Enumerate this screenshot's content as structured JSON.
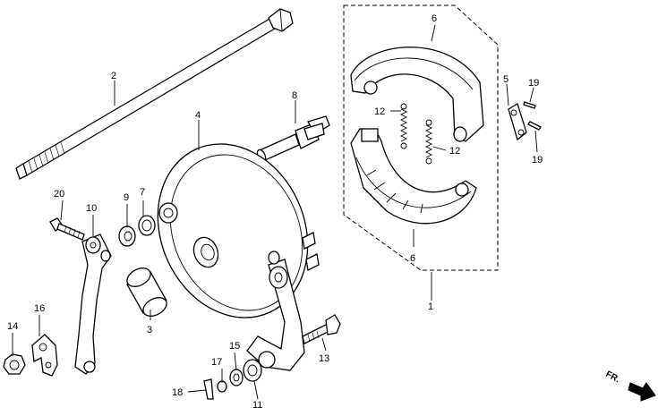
{
  "diagram": {
    "callouts": {
      "c1": "1",
      "c2": "2",
      "c3": "3",
      "c4": "4",
      "c5": "5",
      "c6a": "6",
      "c6b": "6",
      "c7": "7",
      "c8": "8",
      "c9": "9",
      "c10": "10",
      "c11": "11",
      "c12a": "12",
      "c12b": "12",
      "c13": "13",
      "c14": "14",
      "c15": "15",
      "c16": "16",
      "c17": "17",
      "c18": "18",
      "c19a": "19",
      "c19b": "19",
      "c20": "20"
    },
    "front_arrow_label": "FR."
  }
}
